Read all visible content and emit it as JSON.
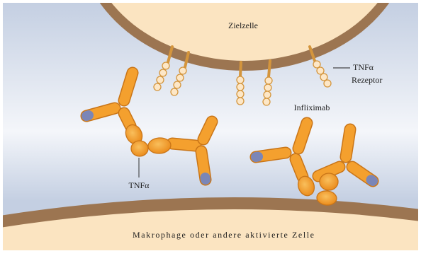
{
  "target_cell": {
    "label": "Zielzelle"
  },
  "receptor": {
    "label_line_1": "TNFα",
    "label_line_2": "Rezeptor"
  },
  "antibody": {
    "label": "Infliximab"
  },
  "tnf_alpha": {
    "label": "TNFα"
  },
  "macrophage": {
    "label": "Makrophage oder andere aktivierte Zelle"
  },
  "colors": {
    "background_top": "#c4cfe2",
    "background_mid": "#f4f6fa",
    "membrane": "#9c7551",
    "cytoplasm": "#fbe4c1",
    "antibody": "#f4a02e",
    "antibody_outline": "#c97518",
    "antibody_tip": "#7b86b7",
    "tnf_light": "#f9bf5c",
    "tnf_alpha": "#eb8c1c",
    "receptor": "#d4953c",
    "receptor_bead": "#fde7c7",
    "text": "#1e1e1e"
  }
}
